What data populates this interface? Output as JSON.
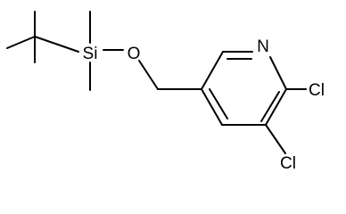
{
  "molecule": {
    "atoms": {
      "si": "Si",
      "o": "O",
      "n": "N",
      "cl_top": "Cl",
      "cl_bottom": "Cl"
    }
  }
}
